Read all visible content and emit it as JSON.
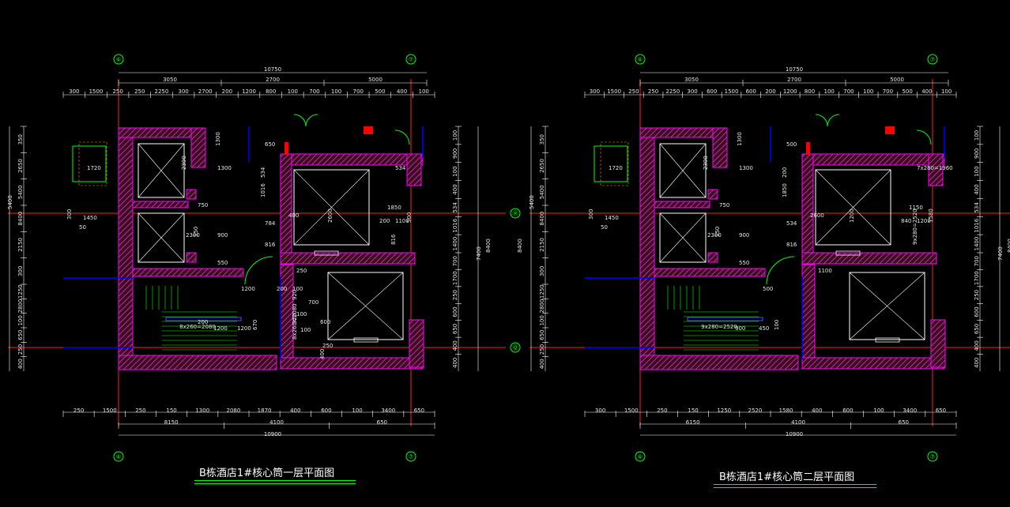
{
  "plans": [
    {
      "title": "B栋酒店1#核心筒一层平面图",
      "axis_bubbles": [
        "⑥",
        "⑦",
        "⑥",
        "⑦"
      ],
      "row_bubbles": [
        "Ⓡ",
        "Ⓠ"
      ],
      "top_overall": "10750",
      "top_mid": [
        "3050",
        "2700",
        "5000"
      ],
      "top_detail": [
        "300",
        "1500",
        "250",
        "250",
        "2250",
        "300",
        "2700",
        "200",
        "1200",
        "800",
        "100",
        "700",
        "100",
        "700",
        "500",
        "400",
        "100"
      ],
      "bottom_detail": [
        "250",
        "1500",
        "250",
        "150",
        "1300",
        "2080",
        "1870",
        "400",
        "600",
        "100",
        "3400",
        "650"
      ],
      "bottom_mid": [
        "8150",
        "4100",
        "650"
      ],
      "bottom_overall": "10900",
      "left_dims": [
        "350",
        "2650",
        "5400",
        "8400",
        "2150",
        "300",
        "1250",
        "2800",
        "100",
        "650",
        "250",
        "400"
      ],
      "right_dims": [
        "100",
        "900",
        "100",
        "400",
        "534",
        "1016",
        "1400",
        "8400",
        "7400",
        "700",
        "1700",
        "250",
        "600",
        "650",
        "400",
        "400"
      ],
      "interior_texts": [
        "1450",
        "300",
        "50",
        "1720",
        "2300",
        "2300",
        "750",
        "150",
        "1300",
        "900",
        "1300",
        "550",
        "400",
        "534",
        "250",
        "650",
        "1016",
        "784",
        "816",
        "2600",
        "200",
        "1100",
        "500",
        "1850",
        "534",
        "816",
        "1200",
        "1200",
        "670",
        "1200",
        "100",
        "920",
        "700",
        "100",
        "920",
        "100",
        "200",
        "8x260=2080",
        "600",
        "250",
        "400",
        "200"
      ],
      "stair_label": "8x260=2080"
    },
    {
      "title": "B栋酒店1#核心筒二层平面图",
      "axis_bubbles": [
        "⑥",
        "⑦",
        "⑥",
        "⑦"
      ],
      "row_bubbles": [
        "Ⓡ",
        "Ⓠ"
      ],
      "top_overall": "10750",
      "top_mid": [
        "3050",
        "2700",
        "5000"
      ],
      "top_detail": [
        "300",
        "1500",
        "250",
        "250",
        "2250",
        "300",
        "600",
        "1500",
        "600",
        "200",
        "1200",
        "800",
        "100",
        "700",
        "100",
        "700",
        "500",
        "400",
        "100"
      ],
      "bottom_detail": [
        "300",
        "1500",
        "250",
        "150",
        "1250",
        "2520",
        "1580",
        "400",
        "600",
        "100",
        "3400",
        "650"
      ],
      "bottom_mid": [
        "6150",
        "4100",
        "650"
      ],
      "bottom_overall": "10900",
      "left_dims": [
        "350",
        "2650",
        "5400",
        "8400",
        "2150",
        "300",
        "1250",
        "2800",
        "100",
        "650",
        "250",
        "400"
      ],
      "right_dims": [
        "100",
        "900",
        "100",
        "400",
        "534",
        "1016",
        "1400",
        "8400",
        "7400",
        "700",
        "1700",
        "250",
        "600",
        "650",
        "400",
        "400"
      ],
      "interior_texts": [
        "1450",
        "300",
        "50",
        "1720",
        "2300",
        "2300",
        "750",
        "150",
        "1300",
        "900",
        "1300",
        "550",
        "2600",
        "200",
        "1100",
        "500",
        "1850",
        "534",
        "816",
        "1200",
        "840",
        "1200",
        "1580",
        "1150",
        "7x280=1960",
        "9x280=2520",
        "500",
        "450",
        "100",
        "900"
      ],
      "stair_label": "9x280=2520"
    }
  ],
  "colors": {
    "wall_hatch": "#ff00ff",
    "wall_hatch_fill": "#6a1a3a",
    "axis_line": "#ff2020",
    "dim_line": "#ffffff",
    "aux_line": "#00ffff",
    "door_line": "#00ff00",
    "window_line": "#0000ff",
    "elevator_line": "#ffffff",
    "title_underline": "#00ff00"
  }
}
